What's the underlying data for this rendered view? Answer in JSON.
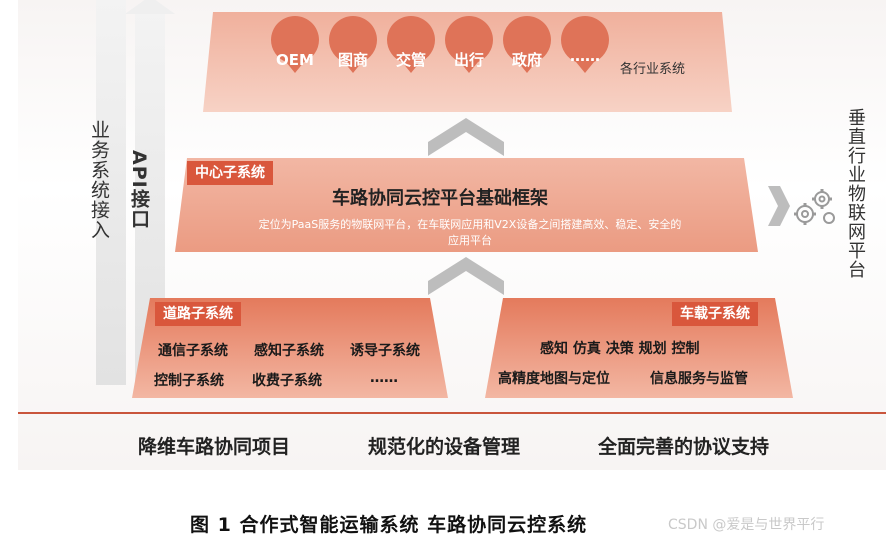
{
  "left_arrows": {
    "business_access": "业务系统接入",
    "api_interface": "API接口"
  },
  "right_side": {
    "vertical_platform": "垂直行业物联网平台",
    "gear_icon": "gears-icon"
  },
  "top_layer": {
    "pins": [
      "OEM",
      "图商",
      "交管",
      "出行",
      "政府",
      "……"
    ],
    "industry_label": "各行业系统"
  },
  "center_layer": {
    "tag": "中心子系统",
    "title": "车路协同云控平台基础框架",
    "description_line1": "定位为PaaS服务的物联网平台，在车联网应用和V2X设备之间搭建高效、稳定、安全的",
    "description_line2": "应用平台"
  },
  "road_layer": {
    "tag": "道路子系统",
    "row1": [
      "通信子系统",
      "感知子系统",
      "诱导子系统"
    ],
    "row2": [
      "控制子系统",
      "收费子系统",
      "……"
    ]
  },
  "vehicle_layer": {
    "tag": "车载子系统",
    "row1": "感知 仿真 决策 规划 控制",
    "row2": [
      "高精度地图与定位",
      "信息服务与监管"
    ]
  },
  "bottom_bar": [
    "降维车路协同项目",
    "规范化的设备管理",
    "全面完善的协议支持"
  ],
  "caption": "图 1  合作式智能运输系统  车路协同云控系统",
  "watermark": "CSDN @爱是与世界平行",
  "colors": {
    "accent": "#d9573c",
    "pin": "#df7358",
    "top_band": "#f2b8a6",
    "center_band": "#f0a891",
    "lower_band": "#e98a6d",
    "arrow": "#d3d3d3",
    "divider": "#c9553c"
  }
}
